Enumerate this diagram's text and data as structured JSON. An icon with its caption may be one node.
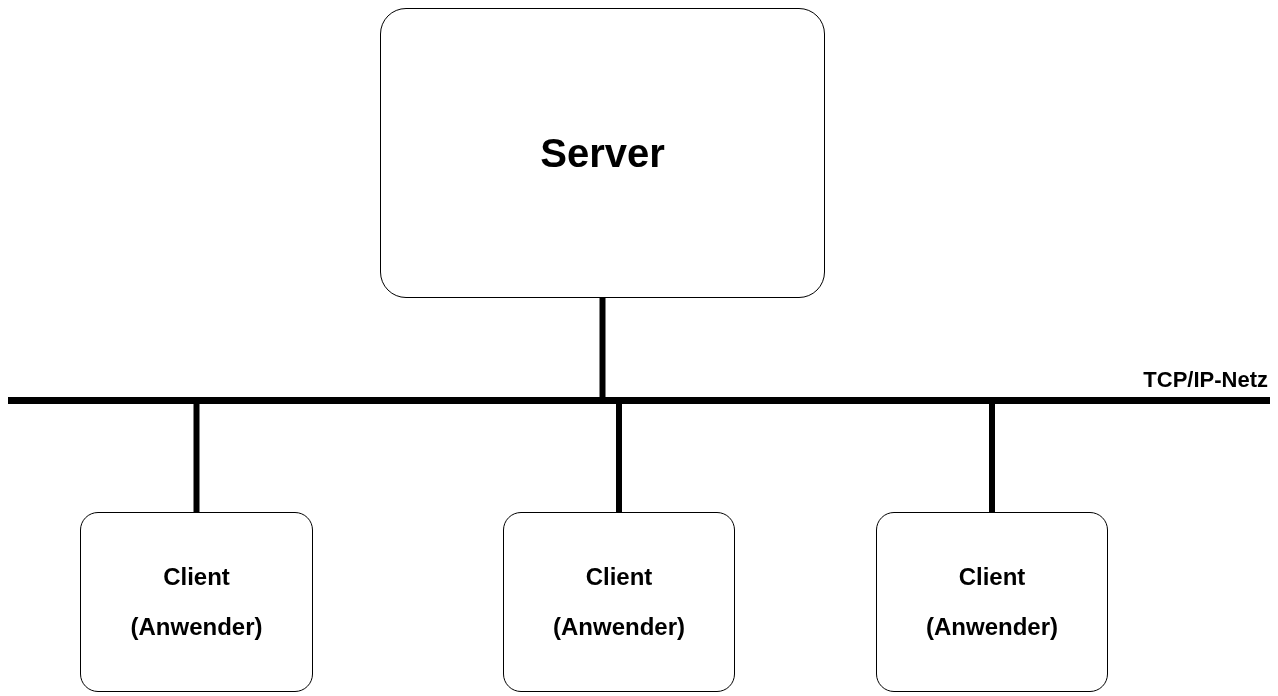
{
  "diagram": {
    "nodes": [
      {
        "text": [
          "Server"
        ]
      },
      {
        "text": [],
        "shape": "bar",
        "beside": [
          "TCP/IP-Netz"
        ]
      },
      {
        "text": [
          "Client",
          "(Anwender)"
        ]
      },
      {
        "text": [
          "Client",
          "(Anwender)"
        ]
      },
      {
        "text": [
          "Client",
          "(Anwender)"
        ]
      }
    ],
    "edges": [
      {
        "from": 0,
        "to": 1,
        "arrow": "none"
      },
      {
        "from": 1,
        "to": 2,
        "arrow": "none"
      },
      {
        "from": 1,
        "to": 3,
        "arrow": "none"
      },
      {
        "from": 1,
        "to": 4,
        "arrow": "none"
      }
    ]
  }
}
